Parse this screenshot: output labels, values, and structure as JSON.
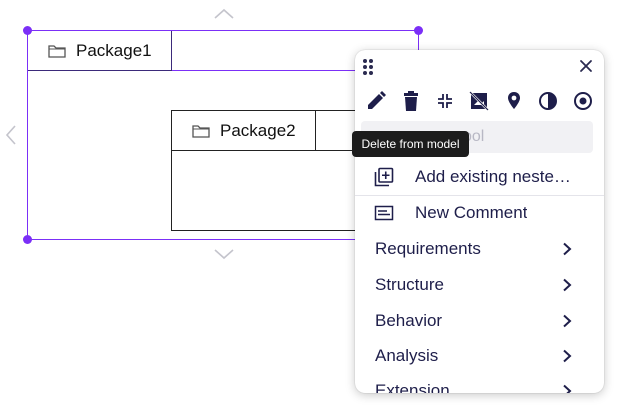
{
  "canvas": {
    "package1": {
      "label": "Package1",
      "icon": "folder-icon"
    },
    "package2": {
      "label": "Package2",
      "icon": "folder-icon"
    }
  },
  "context_menu": {
    "toolbar": [
      {
        "name": "edit-icon",
        "tooltip": ""
      },
      {
        "name": "trash-icon",
        "tooltip": "Delete from model"
      },
      {
        "name": "collapse-icon",
        "tooltip": ""
      },
      {
        "name": "hide-image-icon",
        "tooltip": ""
      },
      {
        "name": "location-pin-icon",
        "tooltip": ""
      },
      {
        "name": "contrast-icon",
        "tooltip": ""
      },
      {
        "name": "radio-target-icon",
        "tooltip": ""
      }
    ],
    "tooltip_text": "Delete from model",
    "obscured_item": "ool",
    "items": [
      {
        "label": "Add existing neste…",
        "icon": "add-library-icon"
      },
      {
        "label": "New Comment",
        "icon": "comment-icon"
      }
    ],
    "submenus": [
      {
        "label": "Requirements"
      },
      {
        "label": "Structure"
      },
      {
        "label": "Behavior"
      },
      {
        "label": "Analysis"
      },
      {
        "label": "Extension"
      }
    ]
  },
  "colors": {
    "selection": "#7b2ff7",
    "menu_text": "#1e1e4a",
    "tooltip_bg": "#1c1c1c"
  }
}
